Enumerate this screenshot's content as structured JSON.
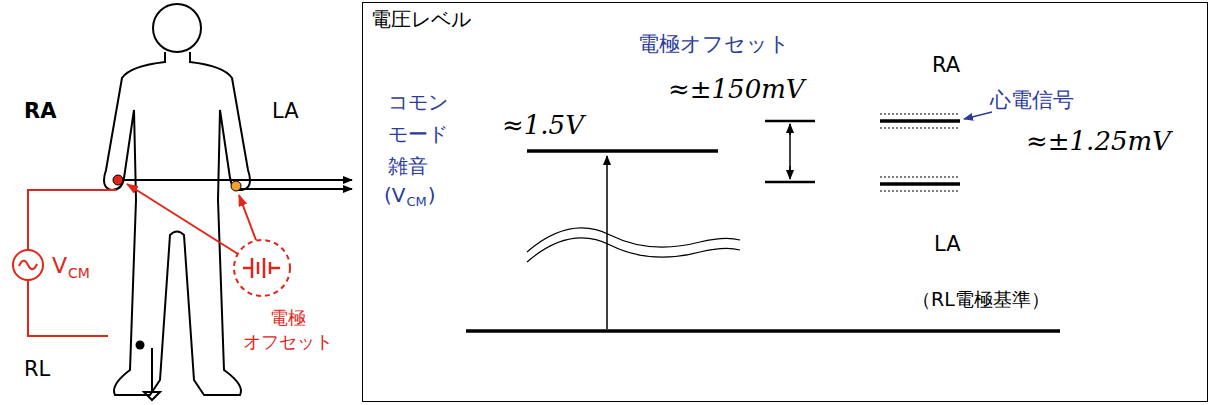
{
  "diagram": {
    "nodes": [
      {
        "text": [
          "電圧レベル"
        ]
      }
    ],
    "labels": [
      "RA",
      "LA",
      "V",
      "CM",
      "RL",
      "電極 オフセット",
      "コモン モード 雑音",
      "(V",
      "CM",
      ")",
      "≈1.5V",
      "電極オフセット",
      "≈±150mV",
      "RA",
      "心電信号",
      "≈±1.25mV",
      "LA",
      "（RL電極基準）"
    ]
  }
}
